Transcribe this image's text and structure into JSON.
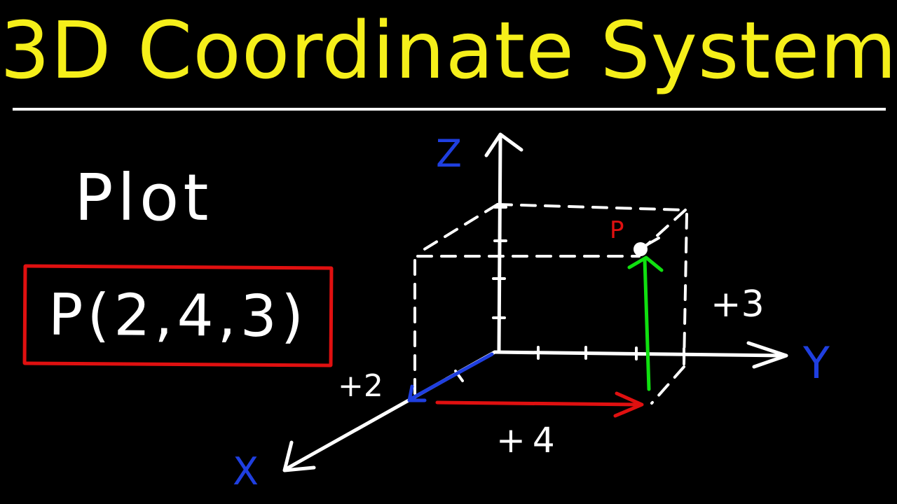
{
  "title": "3D Coordinate System",
  "plot_word": "Plot",
  "point_expression": "P(2,4,3)",
  "diagram": {
    "axis_labels": {
      "x": "X",
      "y": "Y",
      "z": "Z"
    },
    "point_label": "P",
    "step_labels": {
      "x": "+2",
      "y": "+4",
      "z": "+3"
    }
  },
  "colors": {
    "title": "#f5ef1a",
    "axes": "#ffffff",
    "x_step": "#1f3fe0",
    "y_step": "#e01010",
    "z_step": "#10e010",
    "axis_label": "#1f3fe0",
    "point_label": "#e01010",
    "box": "#e01010"
  }
}
